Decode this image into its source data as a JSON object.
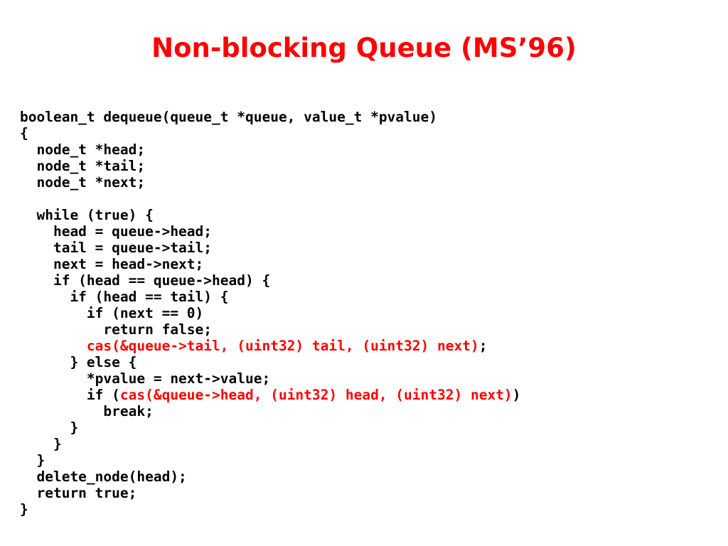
{
  "title": "Non-blocking Queue (MS’96)",
  "colors": {
    "title": "#ff0000",
    "highlight": "#ff0000",
    "text": "#000000"
  },
  "code": {
    "lines": [
      "boolean_t dequeue(queue_t *queue, value_t *pvalue)",
      "{",
      "  node_t *head;",
      "  node_t *tail;",
      "  node_t *next;",
      "",
      "  while (true) {",
      "    head = queue->head;",
      "    tail = queue->tail;",
      "    next = head->next;",
      "    if (head == queue->head) {",
      "      if (head == tail) {",
      "        if (next == 0)",
      "          return false;",
      {
        "pre": "        ",
        "red": "cas(&queue->tail, (uint32) tail, (uint32) next)",
        "post": ";"
      },
      "      } else {",
      "        *pvalue = next->value;",
      {
        "pre": "        if (",
        "red": "cas(&queue->head, (uint32) head, (uint32) next)",
        "post": ")"
      },
      "          break;",
      "      }",
      "    }",
      "  }",
      "  delete_node(head);",
      "  return true;",
      "}"
    ]
  }
}
